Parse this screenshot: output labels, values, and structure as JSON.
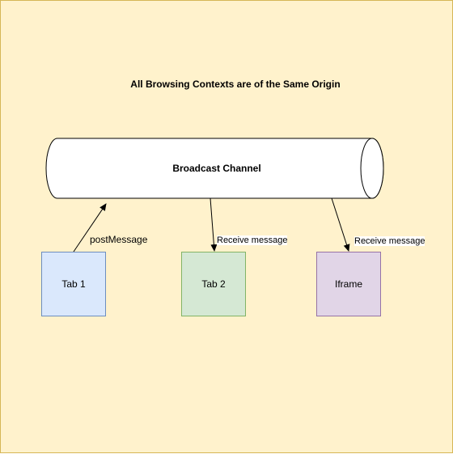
{
  "diagram": {
    "title": "All Browsing Contexts are of the Same Origin",
    "channel": {
      "label": "Broadcast Channel"
    },
    "nodes": {
      "tab1": "Tab 1",
      "tab2": "Tab 2",
      "iframe": "Iframe"
    },
    "edges": {
      "post_message": "postMessage",
      "receive_tab2": "Receive message",
      "receive_iframe": "Receive message"
    },
    "colors": {
      "background": "#fff2cc",
      "background_border": "#d6b656",
      "tab1_fill": "#dae8fc",
      "tab1_border": "#6c8ebf",
      "tab2_fill": "#d5e8d4",
      "tab2_border": "#82b366",
      "iframe_fill": "#e1d5e7",
      "iframe_border": "#9673a6",
      "channel_fill": "#ffffff"
    }
  }
}
